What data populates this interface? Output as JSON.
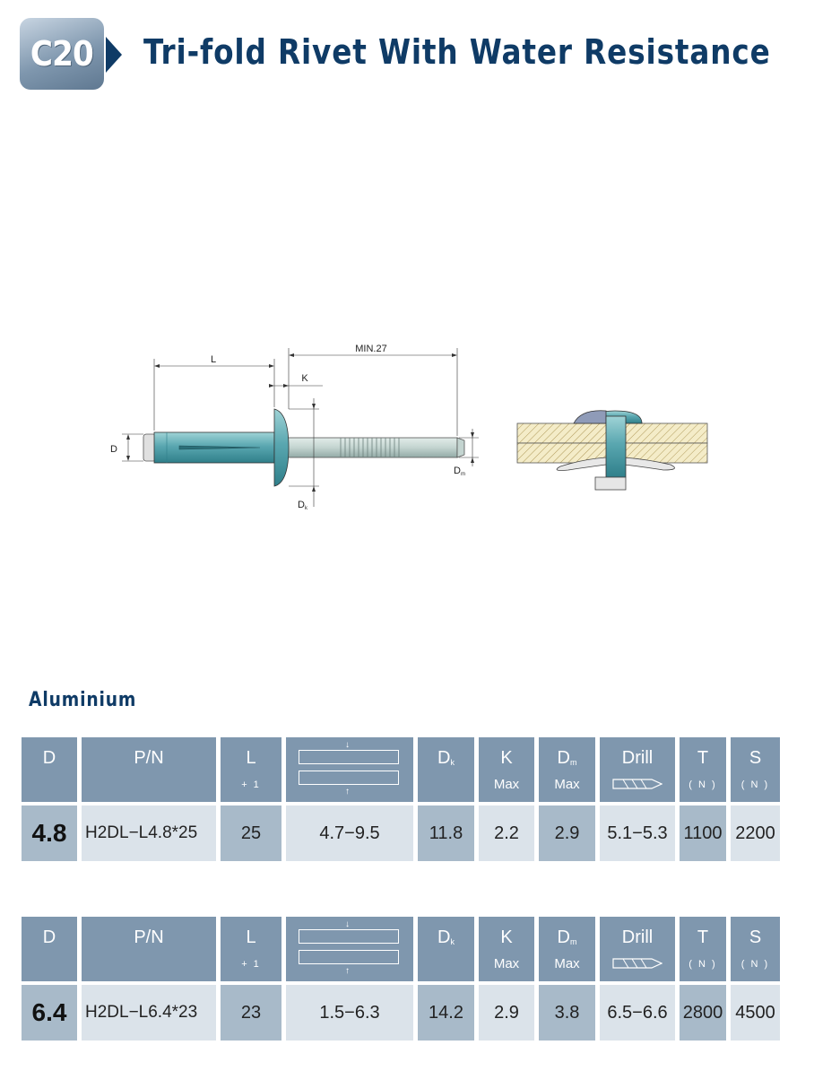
{
  "header": {
    "code": "C20",
    "title": "Tri-fold Rivet With Water Resistance"
  },
  "drawing": {
    "label_l": "L",
    "label_min": "MIN.27",
    "label_k": "K",
    "label_d": "D",
    "label_dm": "D",
    "label_dm_sub": "m",
    "label_dk": "D",
    "label_dk_sub": "k"
  },
  "section": {
    "label": "Aluminium"
  },
  "table_header": {
    "d": "D",
    "pn": "P/N",
    "l": "L",
    "l_tol": "+ 1",
    "dk": "D",
    "dk_sub": "k",
    "k": "K",
    "k_sub": "Max",
    "dm": "D",
    "dm_sub_m": "m",
    "dm_sub": "Max",
    "drill": "Drill",
    "t": "T",
    "t_unit": "( N )",
    "s": "S",
    "s_unit": "( N )"
  },
  "rows": [
    {
      "d": "4.8",
      "pn": "H2DL−L4.8*25",
      "l": "25",
      "grip": "4.7−9.5",
      "dk": "11.8",
      "k": "2.2",
      "dm": "2.9",
      "drill": "5.1−5.3",
      "t": "1100",
      "s": "2200"
    },
    {
      "d": "6.4",
      "pn": "H2DL−L6.4*23",
      "l": "23",
      "grip": "1.5−6.3",
      "dk": "14.2",
      "k": "2.9",
      "dm": "3.8",
      "drill": "6.5−6.6",
      "t": "2800",
      "s": "4500"
    }
  ],
  "colors": {
    "brand": "#0f3b66",
    "header_cell": "#7f97ae",
    "data_light": "#dbe3ea",
    "data_dark": "#a8bac9",
    "rivet_body": "#5aa7b0"
  },
  "icons": [
    "grip-range-icon",
    "drill-bit-icon",
    "arrow-right-icon"
  ]
}
